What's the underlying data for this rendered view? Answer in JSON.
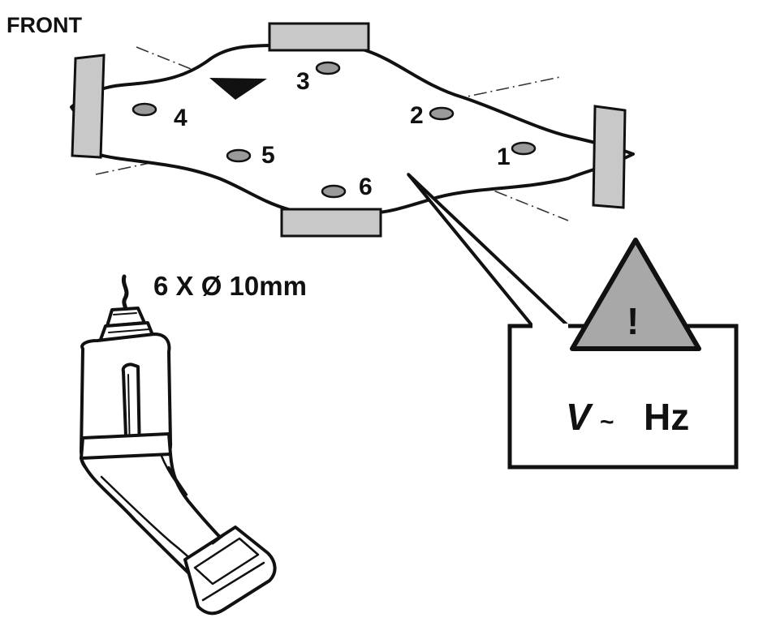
{
  "heading": "FRONT",
  "drill_spec": "6 X Ø 10mm",
  "hole_labels": [
    "1",
    "2",
    "3",
    "4",
    "5",
    "6"
  ],
  "warning": {
    "symbol": "!",
    "voltage": "V",
    "tilde": "~",
    "frequency": "Hz"
  },
  "icons": [
    "warning-triangle-icon",
    "drill-icon",
    "direction-arrow-icon"
  ],
  "colors": {
    "ink": "#111111",
    "pad_fill": "#c8c8c8",
    "hole_fill": "#9a9a9a",
    "warning_fill": "#a8a8a8",
    "background": "#ffffff"
  }
}
